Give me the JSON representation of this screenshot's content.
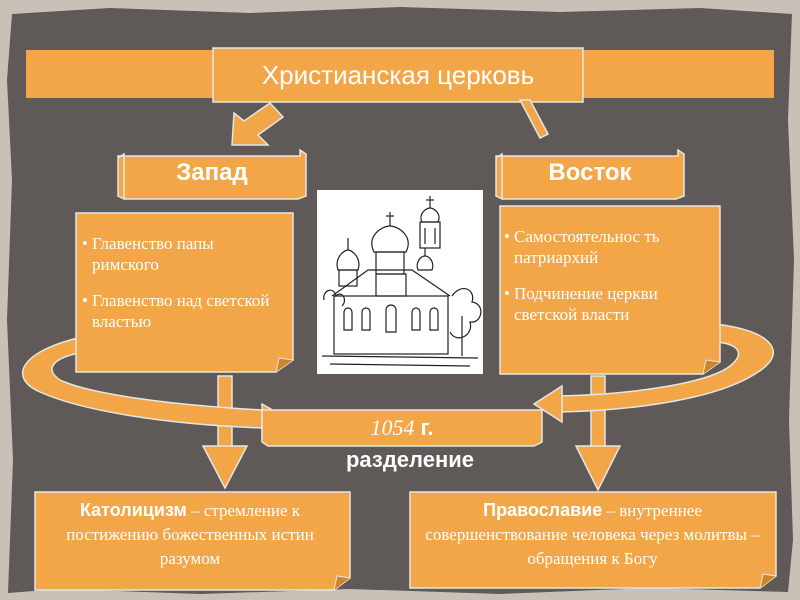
{
  "colors": {
    "board": "#5f5a58",
    "frame": "#c9c0b8",
    "orange": "#f3a648",
    "orange_dark": "#cf8428",
    "stroke": "#e6e6e6",
    "text": "#ffffff"
  },
  "title": "Христианская церковь",
  "west": {
    "label": "Запад",
    "items": [
      "Главенство папы римского",
      "Главенство над светской властью"
    ]
  },
  "east": {
    "label": "Восток",
    "items": [
      "Самостоятельнос ть патриархий",
      "Подчинение церкви светской власти"
    ]
  },
  "schism": {
    "year": "1054",
    "year_suffix": "г.",
    "caption": "разделение"
  },
  "catholicism": {
    "term": "Католицизм",
    "text": " – стремление к постижению божественных истин разумом"
  },
  "orthodoxy": {
    "term": "Православие",
    "text": " – внутреннее совершенствование человека через молитвы – обращения к Богу"
  },
  "image": {
    "icon": "church-sketch-icon"
  }
}
